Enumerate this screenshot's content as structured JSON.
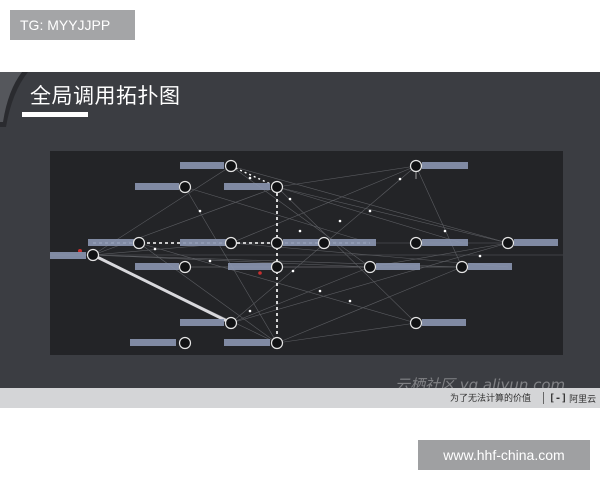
{
  "tg_badge": "TG: MYYJJPP",
  "slide": {
    "title": "全局调用拓扑图",
    "footer_slogan": "为了无法计算的价值",
    "logo_mark": "[-]",
    "logo_text": "阿里云",
    "watermark": "云栖社区 yq.aliyun.com"
  },
  "site_badge": "www.hhf-china.com",
  "colors": {
    "slide_bg": "#3b3d42",
    "topology_bg": "#232427",
    "node_label_bg": "#8b96b1",
    "edge": "#8a8c92"
  },
  "icons": {
    "node": "circle-node-icon",
    "logo": "aliyun-logo-icon"
  }
}
